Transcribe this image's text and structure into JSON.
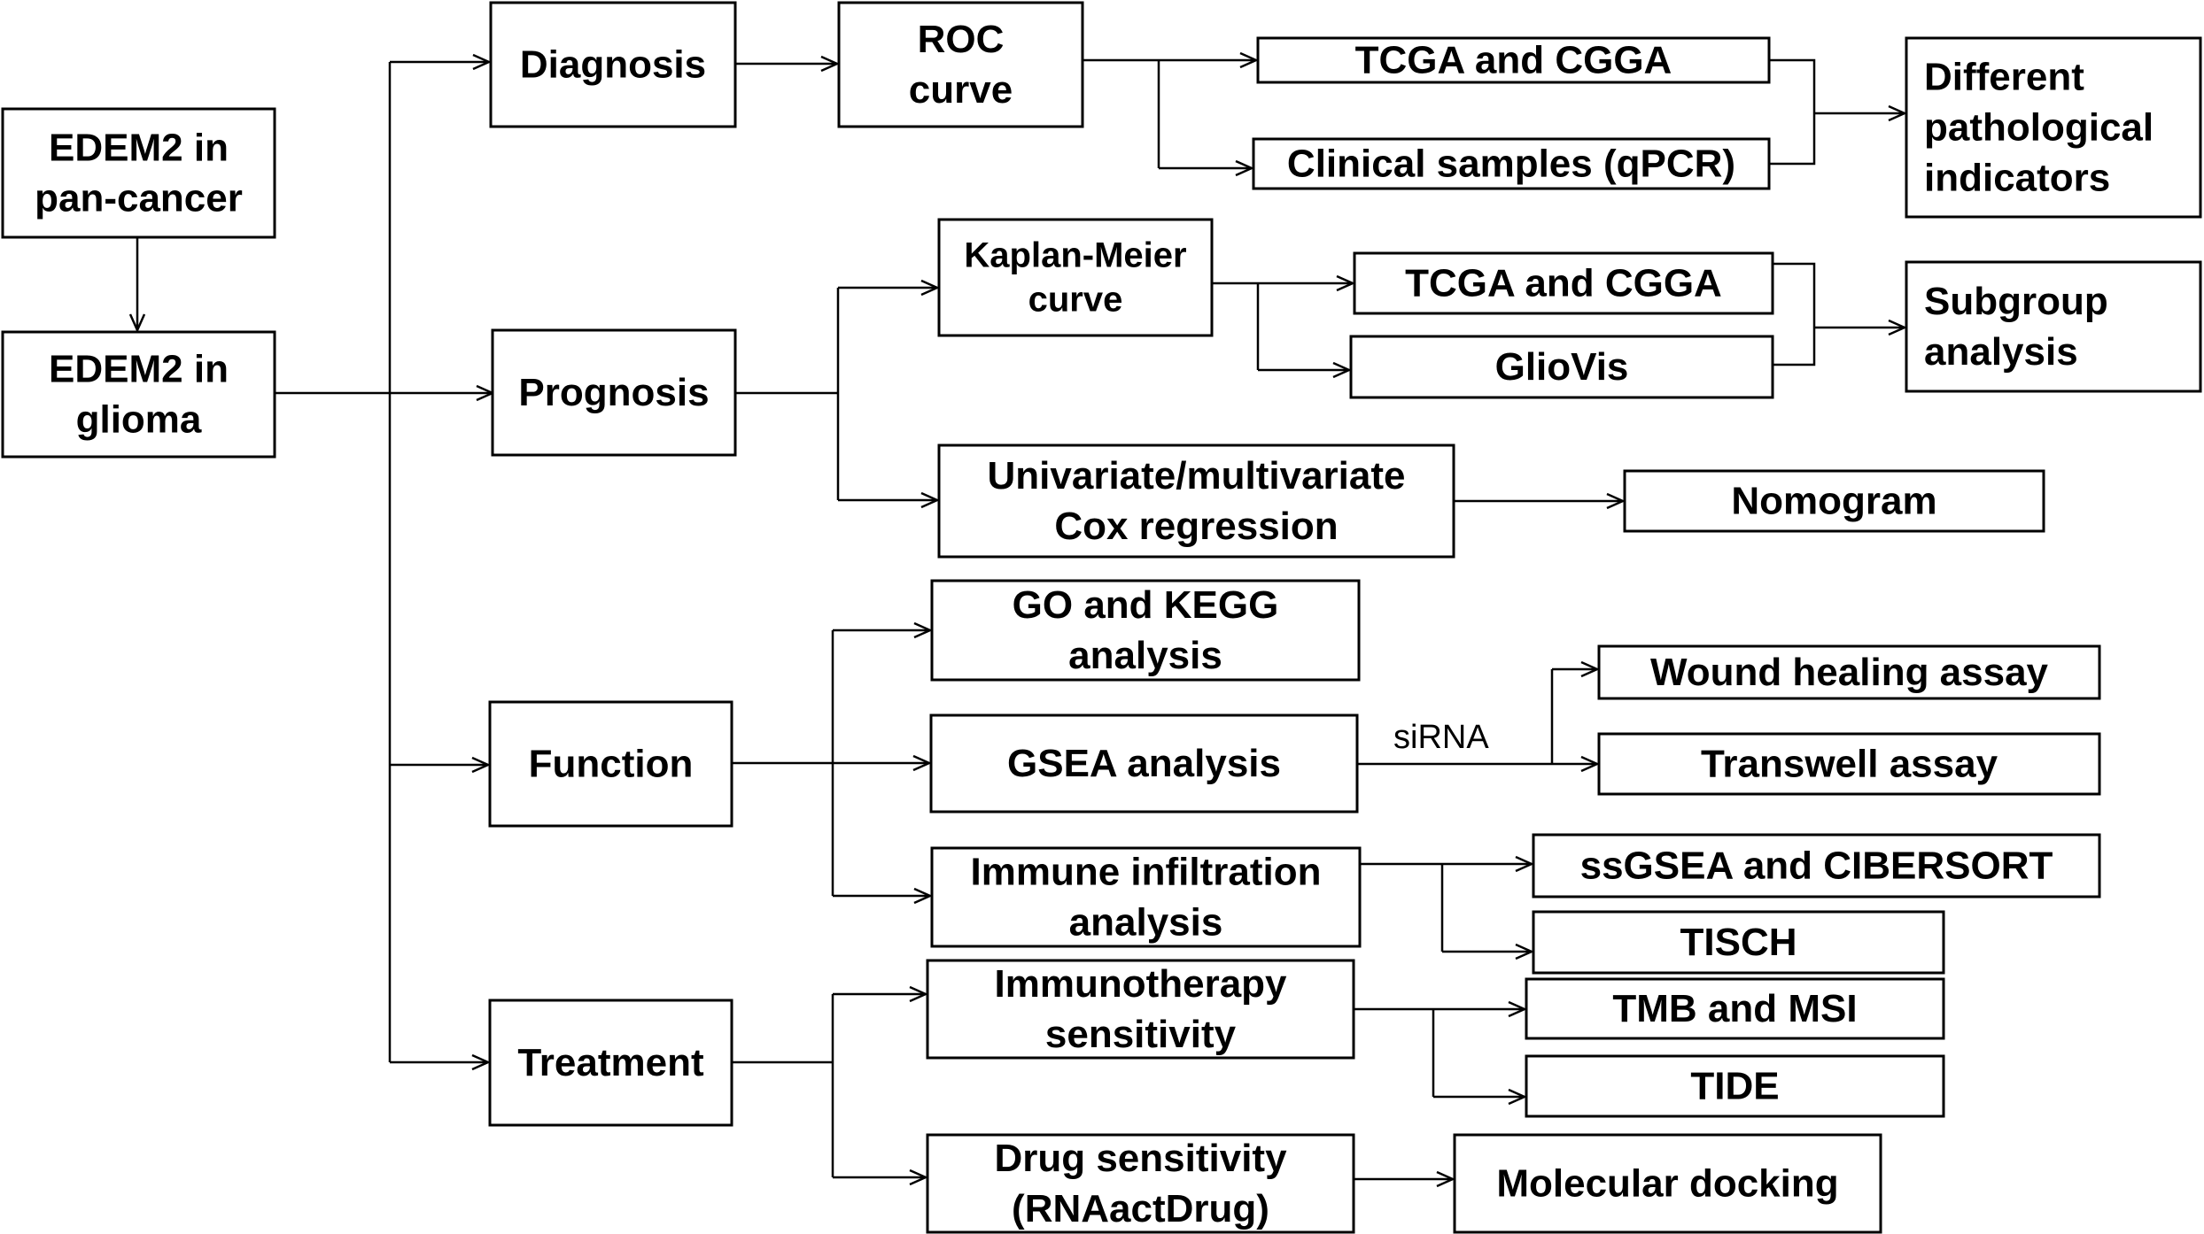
{
  "nodes": {
    "pan_cancer": [
      "EDEM2 in",
      "pan-cancer"
    ],
    "glioma": [
      "EDEM2 in",
      "glioma"
    ],
    "diagnosis": [
      "Diagnosis"
    ],
    "prognosis": [
      "Prognosis"
    ],
    "function": [
      "Function"
    ],
    "treatment": [
      "Treatment"
    ],
    "roc": [
      "ROC",
      "curve"
    ],
    "tcga_cgga_1": [
      "TCGA and CGGA"
    ],
    "clinical": [
      "Clinical samples (qPCR)"
    ],
    "pathological": [
      "Different",
      "pathological",
      "indicators"
    ],
    "km": [
      "Kaplan-Meier",
      "curve"
    ],
    "tcga_cgga_2": [
      "TCGA and CGGA"
    ],
    "gliovis": [
      "GlioVis"
    ],
    "subgroup": [
      "Subgroup",
      "analysis"
    ],
    "cox": [
      "Univariate/multivariate",
      "Cox regression"
    ],
    "nomogram": [
      "Nomogram"
    ],
    "go_kegg": [
      "GO and KEGG",
      "analysis"
    ],
    "gsea": [
      "GSEA analysis"
    ],
    "wound": [
      "Wound healing assay"
    ],
    "transwell": [
      "Transwell assay"
    ],
    "immune_inf": [
      "Immune infiltration",
      "analysis"
    ],
    "ssgsea": [
      "ssGSEA and CIBERSORT"
    ],
    "tisch": [
      "TISCH"
    ],
    "immunotherapy": [
      "Immunotherapy",
      "sensitivity"
    ],
    "tmb": [
      "TMB and MSI"
    ],
    "tide": [
      "TIDE"
    ],
    "drug": [
      "Drug sensitivity",
      "(RNAactDrug)"
    ],
    "docking": [
      "Molecular docking"
    ]
  },
  "edge_labels": {
    "sirna": "siRNA"
  }
}
